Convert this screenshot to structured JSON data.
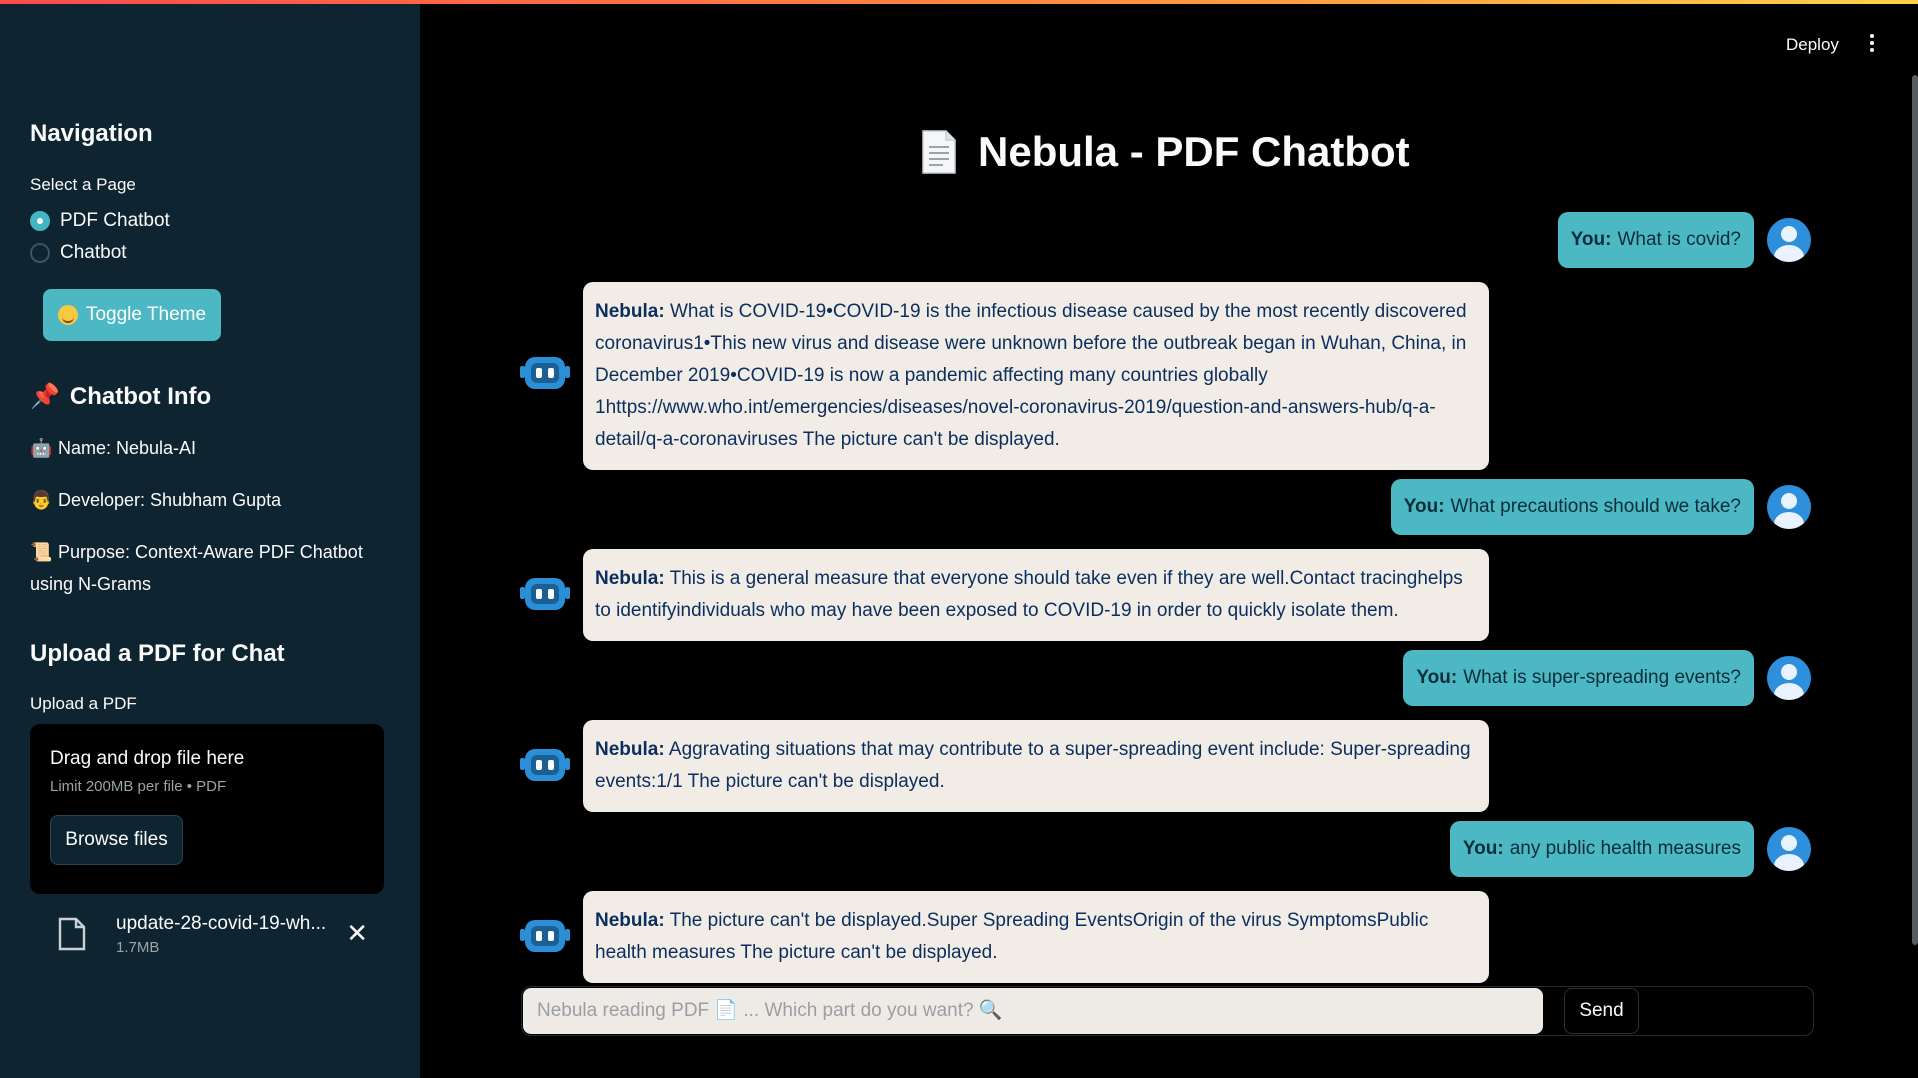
{
  "header": {
    "deploy_label": "Deploy",
    "menu_icon": "kebab-menu-icon"
  },
  "sidebar": {
    "nav_title": "Navigation",
    "select_label": "Select a Page",
    "options": [
      {
        "label": "PDF Chatbot",
        "selected": true
      },
      {
        "label": "Chatbot",
        "selected": false
      }
    ],
    "toggle_theme_label": "Toggle Theme",
    "info_title": "Chatbot Info",
    "info": {
      "name": "Name: Nebula-AI",
      "developer": "Developer: Shubham Gupta",
      "purpose": "Purpose: Context-Aware PDF Chatbot using N-Grams"
    },
    "upload_title": "Upload a PDF for Chat",
    "upload_label": "Upload a PDF",
    "dropzone_title": "Drag and drop file here",
    "dropzone_limit": "Limit 200MB per file • PDF",
    "browse_label": "Browse files",
    "file": {
      "name": "update-28-covid-19-wh...",
      "size": "1.7MB"
    }
  },
  "main": {
    "title": "Nebula - PDF Chatbot",
    "messages": [
      {
        "role": "user",
        "speaker": "You:",
        "text": "What is covid?"
      },
      {
        "role": "bot",
        "speaker": "Nebula:",
        "text": "What is COVID-19•COVID-19 is the infectious disease caused by the most recently discovered coronavirus1•This new virus and disease were unknown before the outbreak began in Wuhan, China, in December 2019•COVID-19 is now a pandemic affecting many countries globally 1https://www.who.int/emergencies/diseases/novel-coronavirus-2019/question-and-answers-hub/q-a-detail/q-a-coronaviruses The picture can't be displayed."
      },
      {
        "role": "user",
        "speaker": "You:",
        "text": "What precautions should we take?"
      },
      {
        "role": "bot",
        "speaker": "Nebula:",
        "text": "This is a general measure that everyone should take even if they are well.Contact tracinghelps to identifyindividuals who may have been exposed to COVID-19 in order to quickly isolate them."
      },
      {
        "role": "user",
        "speaker": "You:",
        "text": "What is super-spreading events?"
      },
      {
        "role": "bot",
        "speaker": "Nebula:",
        "text": "Aggravating situations that may contribute to a super-spreading event include: Super-spreading events:1/1 The picture can't be displayed."
      },
      {
        "role": "user",
        "speaker": "You:",
        "text": "any public health measures"
      },
      {
        "role": "bot",
        "speaker": "Nebula:",
        "text": "The picture can't be displayed.Super Spreading EventsOrigin of the virus SymptomsPublic health measures The picture can't be displayed."
      }
    ],
    "input_placeholder": "Nebula reading PDF 📄 ... Which part do you want? 🔍",
    "send_label": "Send"
  }
}
